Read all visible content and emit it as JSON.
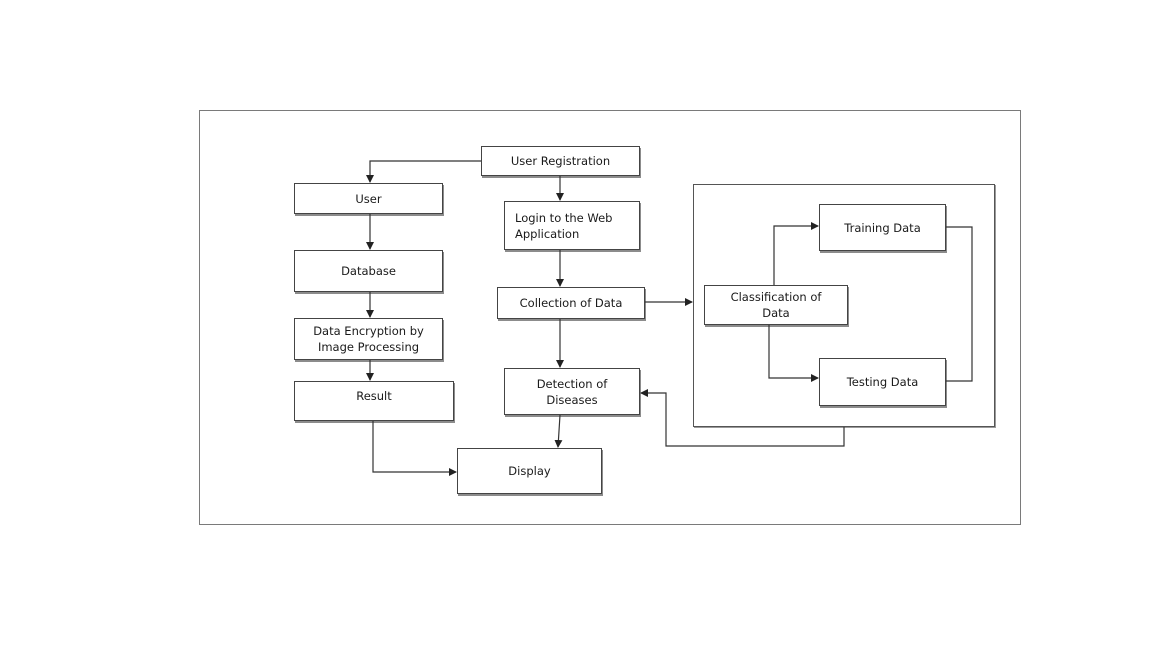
{
  "diagram": {
    "nodes": {
      "user_registration": "User Registration",
      "user": "User",
      "database": "Database",
      "data_encryption": "Data Encryption by\nImage Processing",
      "result": "Result",
      "login": "Login to the Web\nApplication",
      "collection": "Collection of Data",
      "detection": "Detection of\nDiseases",
      "display": "Display",
      "classification": "Classification of\nData",
      "training": "Training Data",
      "testing": "Testing Data"
    },
    "edges": [
      {
        "from": "user_registration",
        "to": "user"
      },
      {
        "from": "user_registration",
        "to": "login"
      },
      {
        "from": "user",
        "to": "database"
      },
      {
        "from": "database",
        "to": "data_encryption"
      },
      {
        "from": "data_encryption",
        "to": "result"
      },
      {
        "from": "result",
        "to": "display"
      },
      {
        "from": "login",
        "to": "collection"
      },
      {
        "from": "collection",
        "to": "detection"
      },
      {
        "from": "collection",
        "to": "classification_group"
      },
      {
        "from": "classification",
        "to": "training"
      },
      {
        "from": "classification",
        "to": "testing"
      },
      {
        "from": "training",
        "to": "testing"
      },
      {
        "from": "classification_group",
        "to": "detection"
      },
      {
        "from": "detection",
        "to": "display"
      }
    ]
  }
}
